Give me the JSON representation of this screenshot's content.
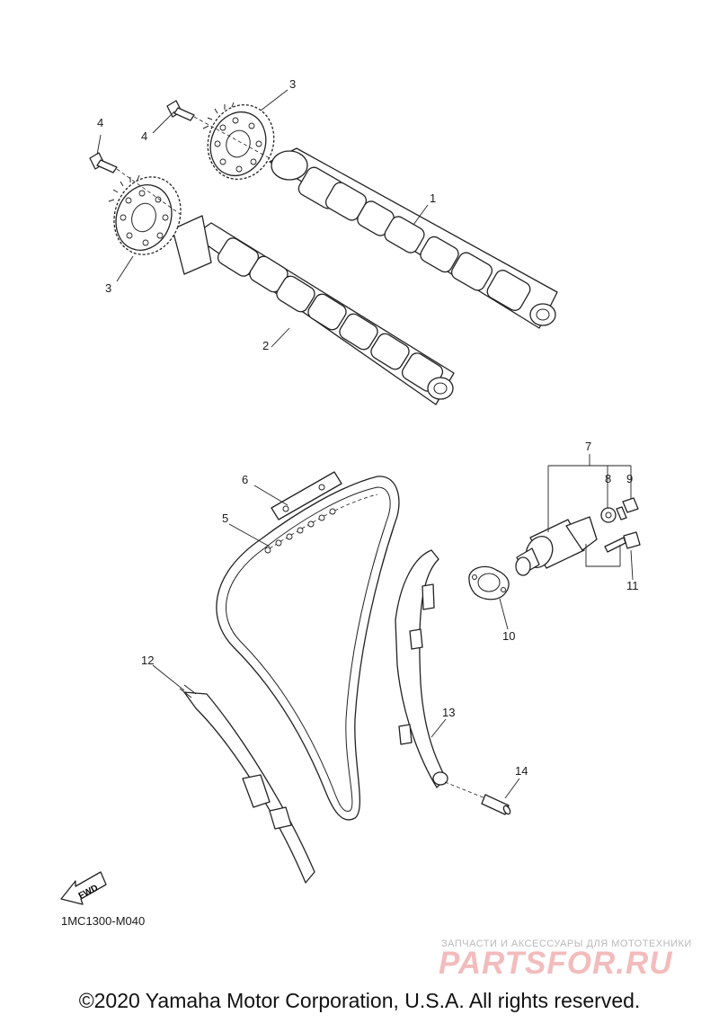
{
  "callouts": {
    "camshaft_exhaust": "1",
    "camshaft_intake": "2",
    "sprocket_upper": "3",
    "sprocket_lower": "3",
    "bolt_upper": "4",
    "bolt_lower": "4",
    "chain": "5",
    "guide_stopper": "6",
    "tensioner": "7",
    "washer": "8",
    "tensioner_bolt": "9",
    "gasket": "10",
    "bolt_11": "11",
    "guide_exhaust": "12",
    "guide_intake": "13",
    "pin": "14"
  },
  "fwd_label": "FWD",
  "diagram_code": "1MC1300-M040",
  "watermark": {
    "subtitle": "ЗАПЧАСТИ И АКСЕССУАРЫ ДЛЯ МОТОТЕХНИКИ",
    "logo": "PARTSFOR.RU"
  },
  "copyright": "©2020 Yamaha Motor Corporation, U.S.A. All rights reserved."
}
